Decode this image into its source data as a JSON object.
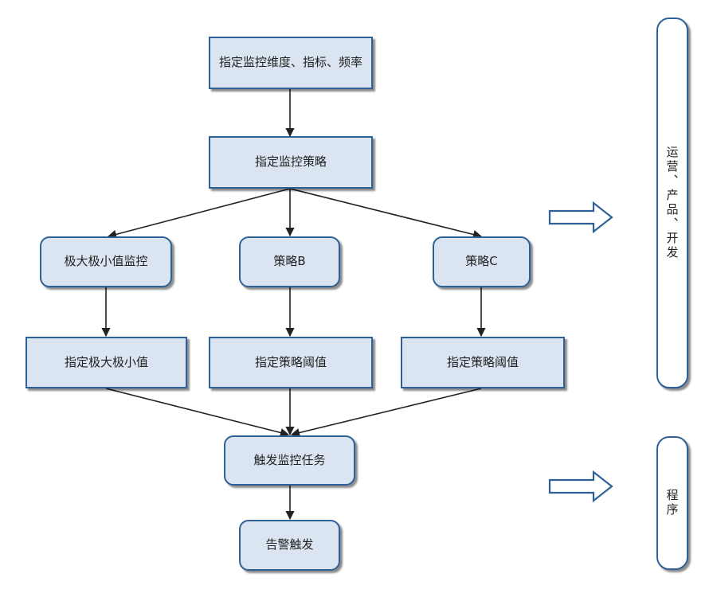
{
  "nodes": {
    "n1": "指定监控维度、指标、频率",
    "n2": "指定监控策略",
    "n3a": "极大极小值监控",
    "n3b": "策略B",
    "n3c": "策略C",
    "n4a": "指定极大极小值",
    "n4b": "指定策略阈值",
    "n4c": "指定策略阈值",
    "n5": "触发监控任务",
    "n6": "告警触发"
  },
  "side": {
    "top": "运营、产品、开发",
    "bottom": "程序"
  },
  "colors": {
    "box_fill": "#dbe5f1",
    "box_border": "#2f6199",
    "arrow": "#222222"
  }
}
